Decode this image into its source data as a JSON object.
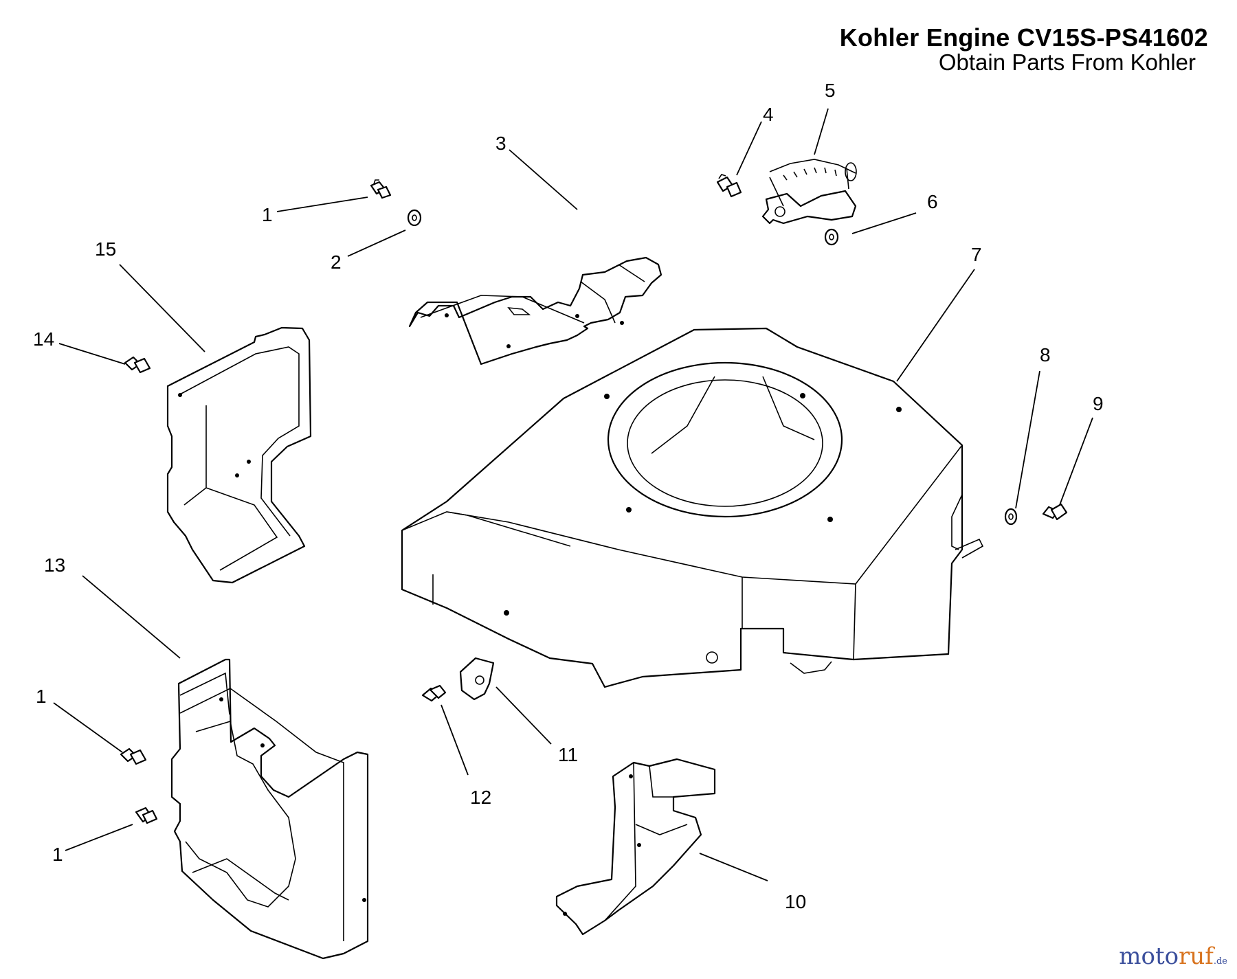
{
  "header": {
    "title": "Kohler Engine CV15S-PS41602",
    "subtitle": "Obtain Parts From Kohler"
  },
  "watermark": {
    "part_a": "moto",
    "part_b": "ruf",
    "part_c": ".de"
  },
  "callouts": {
    "c1_top": "1",
    "c2": "2",
    "c3": "3",
    "c4": "4",
    "c5": "5",
    "c6": "6",
    "c7": "7",
    "c8": "8",
    "c9": "9",
    "c10": "10",
    "c11": "11",
    "c12": "12",
    "c13": "13",
    "c14": "14",
    "c15": "15",
    "c1_mid": "1",
    "c1_bot": "1"
  },
  "colors": {
    "ink": "#000000",
    "background": "#ffffff",
    "watermark_blue": "#3b4f9c",
    "watermark_orange": "#d8731e"
  }
}
